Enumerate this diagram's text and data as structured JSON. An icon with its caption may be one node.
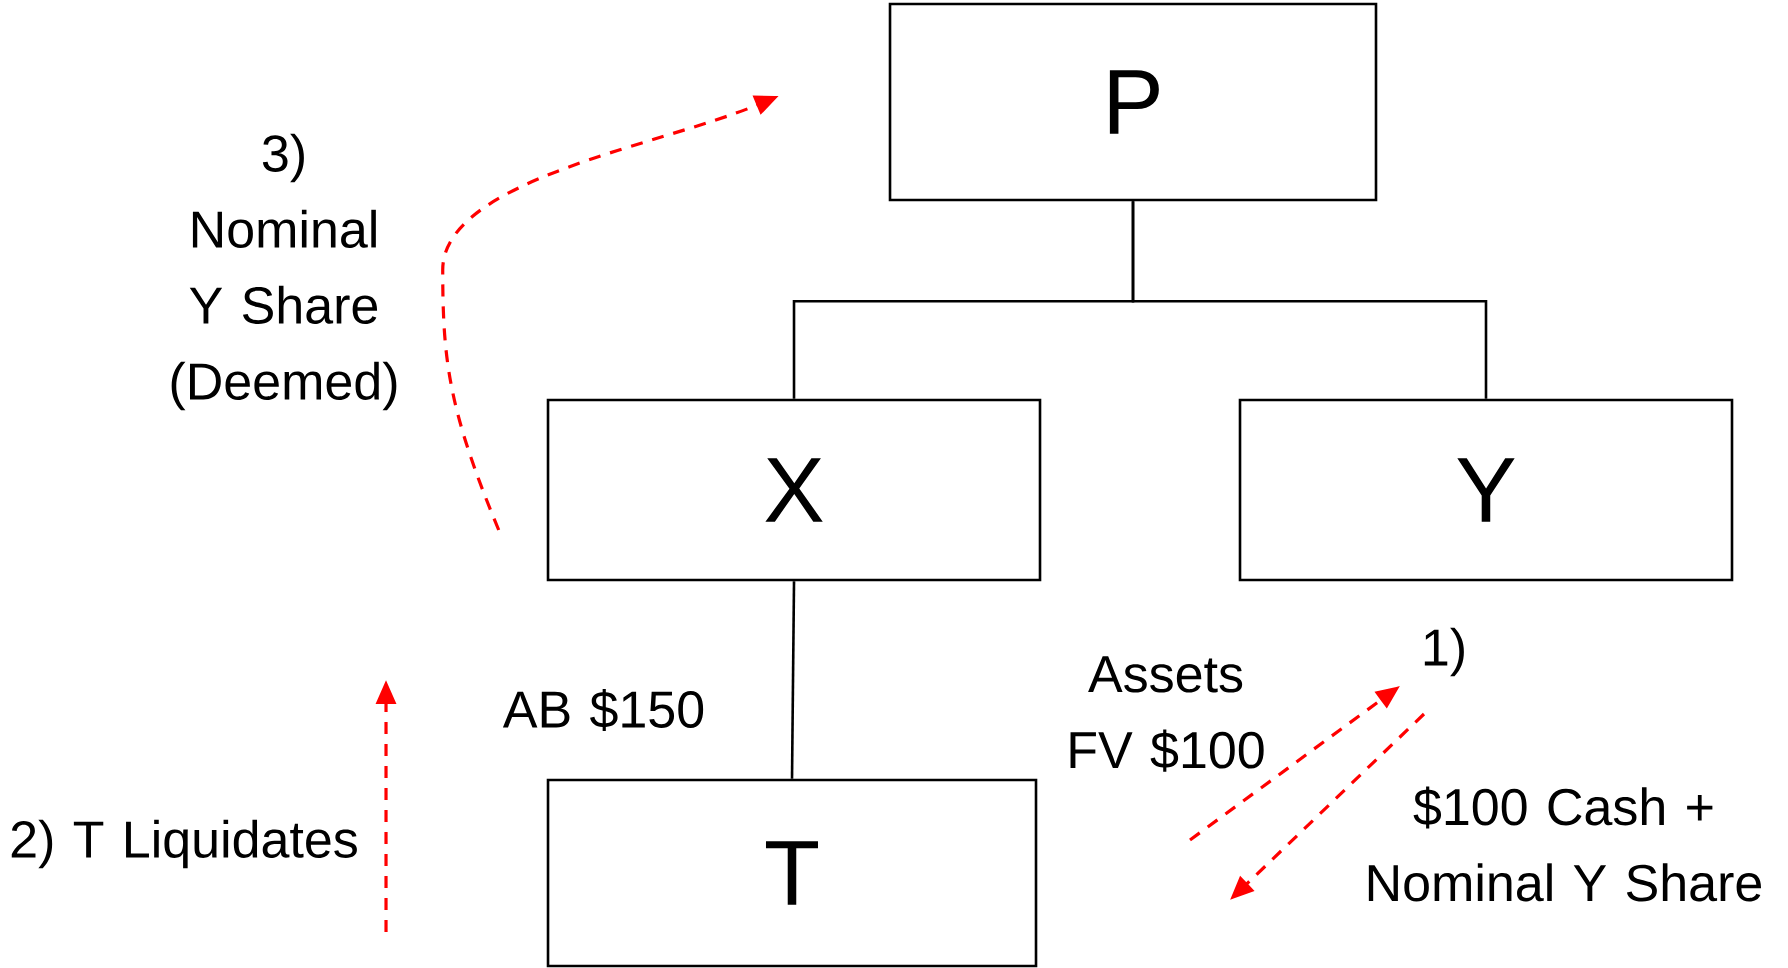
{
  "diagram": {
    "nodes": [
      {
        "text": [
          "P"
        ]
      },
      {
        "text": [
          "X"
        ]
      },
      {
        "text": [
          "Y"
        ]
      },
      {
        "text": [
          "T"
        ]
      }
    ],
    "edges": [
      {
        "from": 0,
        "to": 1,
        "arrow": "none"
      },
      {
        "from": 0,
        "to": 2,
        "arrow": "none"
      },
      {
        "from": 1,
        "to": 3,
        "arrow": "none"
      },
      {
        "from": 1,
        "to": 0,
        "arrow": "to",
        "style": "dashed",
        "color": "#ff0000"
      }
    ],
    "labels": [
      "3) Nominal Y Share (Deemed)",
      "AB $150",
      "Assets FV $100",
      "1)",
      "$100 Cash + Nominal Y Share",
      "2) T Liquidates"
    ]
  }
}
